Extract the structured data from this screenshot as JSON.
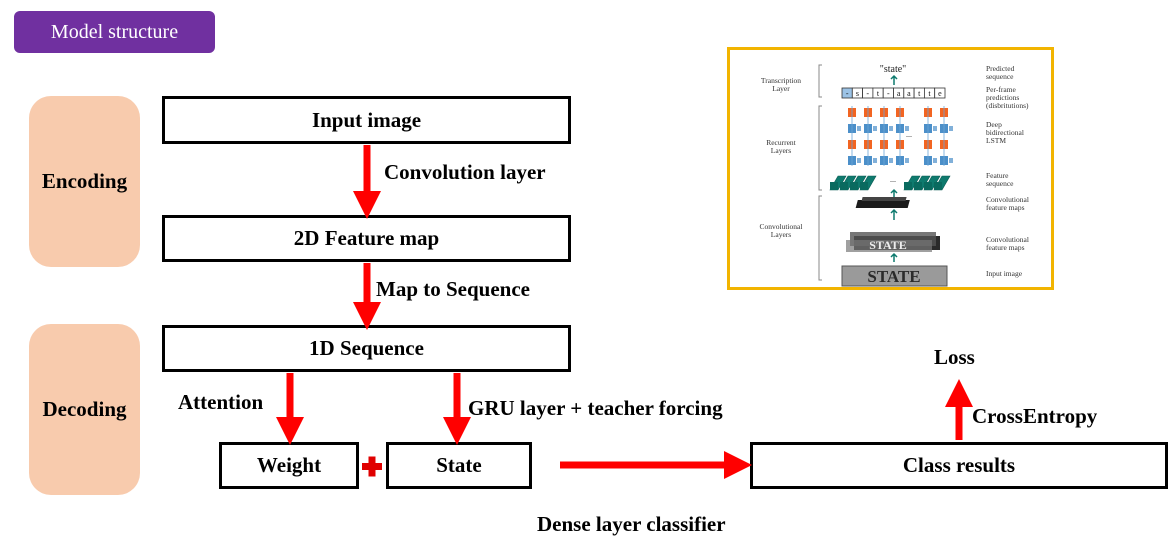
{
  "header": {
    "title": "Model structure"
  },
  "phases": {
    "encoding": "Encoding",
    "decoding": "Decoding"
  },
  "boxes": {
    "input_image": "Input image",
    "feature_map": "2D Feature map",
    "sequence": "1D Sequence",
    "weight": "Weight",
    "state": "State",
    "class_results": "Class results"
  },
  "labels": {
    "convolution": "Convolution  layer",
    "map_to_sequence": "Map to Sequence",
    "attention": "Attention",
    "gru": "GRU layer + teacher forcing",
    "dense": "Dense layer classifier",
    "crossentropy": "CrossEntropy",
    "loss": "Loss"
  },
  "crnn_figure": {
    "predicted_word": "\"state\"",
    "frame_chars": [
      "-",
      "s",
      "-",
      "t",
      "-",
      "a",
      "a",
      "t",
      "t",
      "e"
    ],
    "ellipsis": "...",
    "input_word": "STATE",
    "left_labels": {
      "transcription": "Transcription\nLayer",
      "recurrent": "Recurrent\nLayers",
      "convolutional": "Convolutional\nLayers"
    },
    "right_labels": {
      "predicted_sequence": "Predicted\nsequence",
      "per_frame": "Per-frame\npredictions\n(disbritutions)",
      "deep_lstm": "Deep\nbidirectional\nLSTM",
      "feature_sequence": "Feature\nsequence",
      "conv_maps_1": "Convolutional\nfeature maps",
      "conv_maps_2": "Convolutional\nfeature maps",
      "input_image": "Input image"
    }
  },
  "colors": {
    "title_bg": "#7030a0",
    "phase_bg": "#f8cbad",
    "arrow": "#ff0000",
    "panel_border": "#f2b400",
    "lstm_orange": "#f26522",
    "lstm_blue": "#4b8fc9",
    "feature_teal": "#0e7a6e"
  }
}
